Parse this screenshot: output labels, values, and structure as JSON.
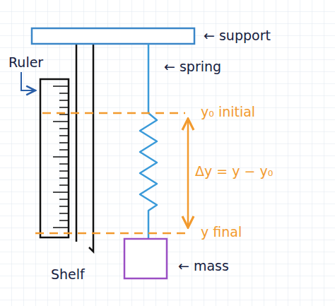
{
  "diagram": {
    "labels": [
      "← support",
      "← spring",
      "Ruler",
      "y₀ initial",
      "Δy = y − y₀",
      "y final",
      "Shelf",
      "← mass"
    ]
  }
}
